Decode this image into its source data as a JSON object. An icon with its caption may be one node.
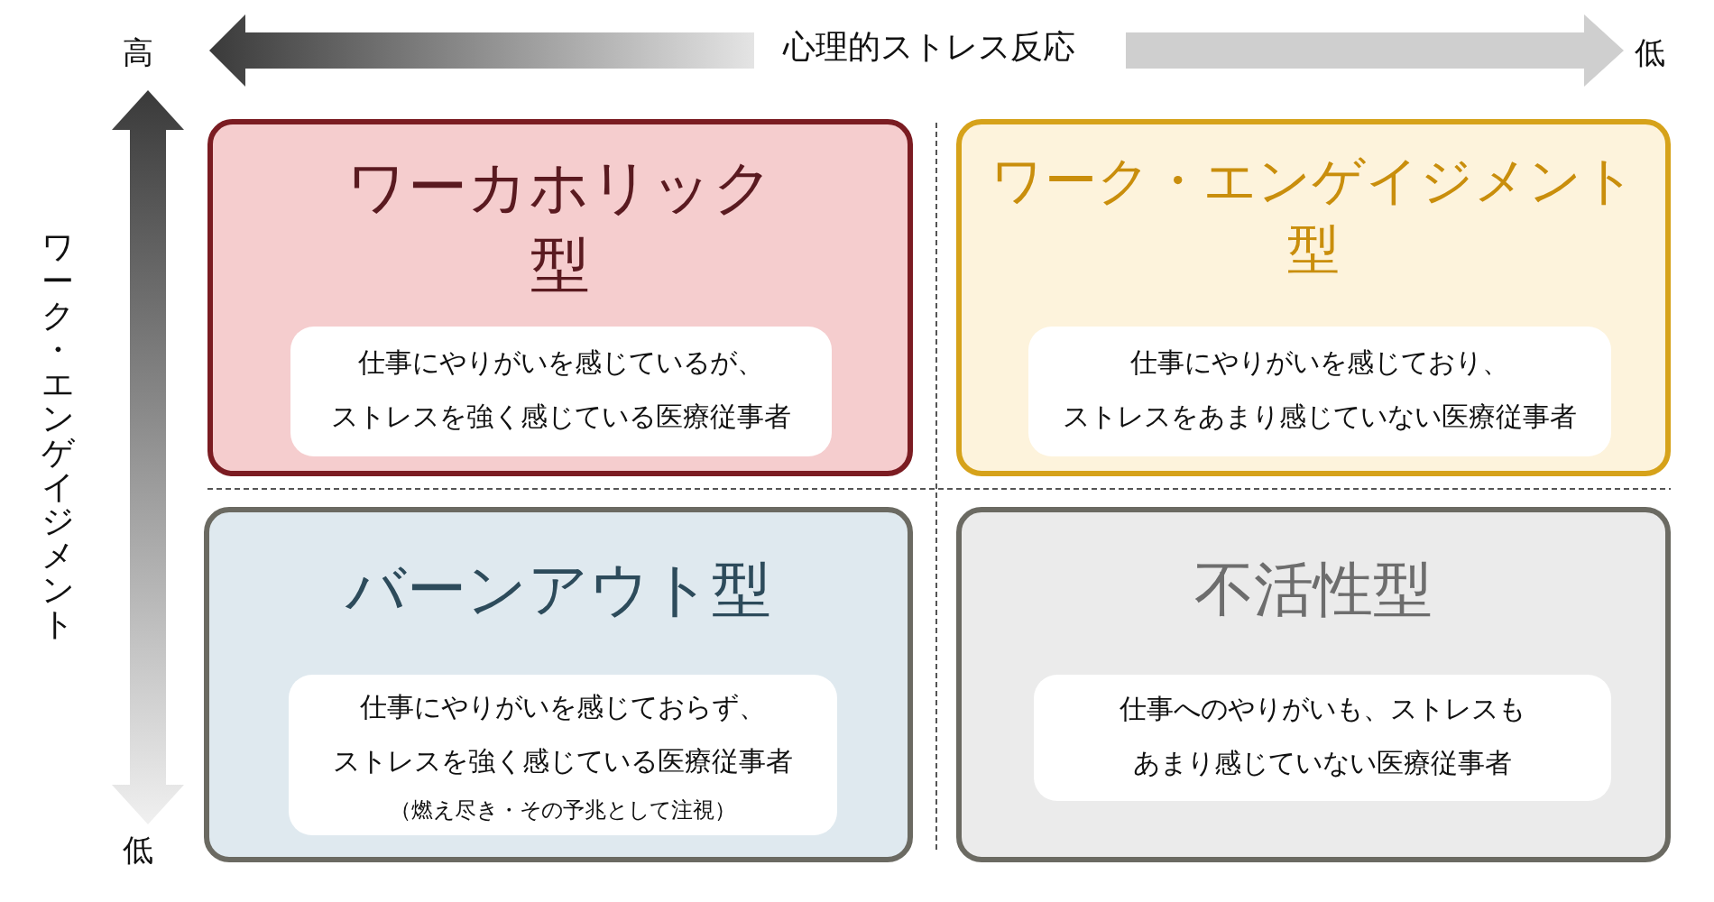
{
  "diagram": {
    "nodes": [
      {
        "text": [
          "ワーカホリック型"
        ]
      },
      {
        "text": [
          "仕事にやりがいを感じているが、ストレスを強く感じている医療従事者"
        ],
        "in": 0
      },
      {
        "text": [
          "ワーク・エンゲイジメント型"
        ]
      },
      {
        "text": [
          "仕事にやりがいを感じており、ストレスをあまり感じていない医療従事者"
        ],
        "in": 2
      },
      {
        "text": [
          "バーンアウト型"
        ]
      },
      {
        "text": [
          "仕事にやりがいを感じておらず、ストレスを強く感じている医療従事者",
          "（燃え尽き・その予兆として注視）"
        ],
        "in": 4
      },
      {
        "text": [
          "不活性型"
        ]
      },
      {
        "text": [
          "仕事へのやりがいも、ストレスもあまり感じていない医療従事者"
        ],
        "in": 6
      }
    ],
    "edges": [],
    "labels": [
      "高",
      "心理的ストレス反応",
      "低",
      "ワーク・エンゲイジメント",
      "低"
    ]
  }
}
